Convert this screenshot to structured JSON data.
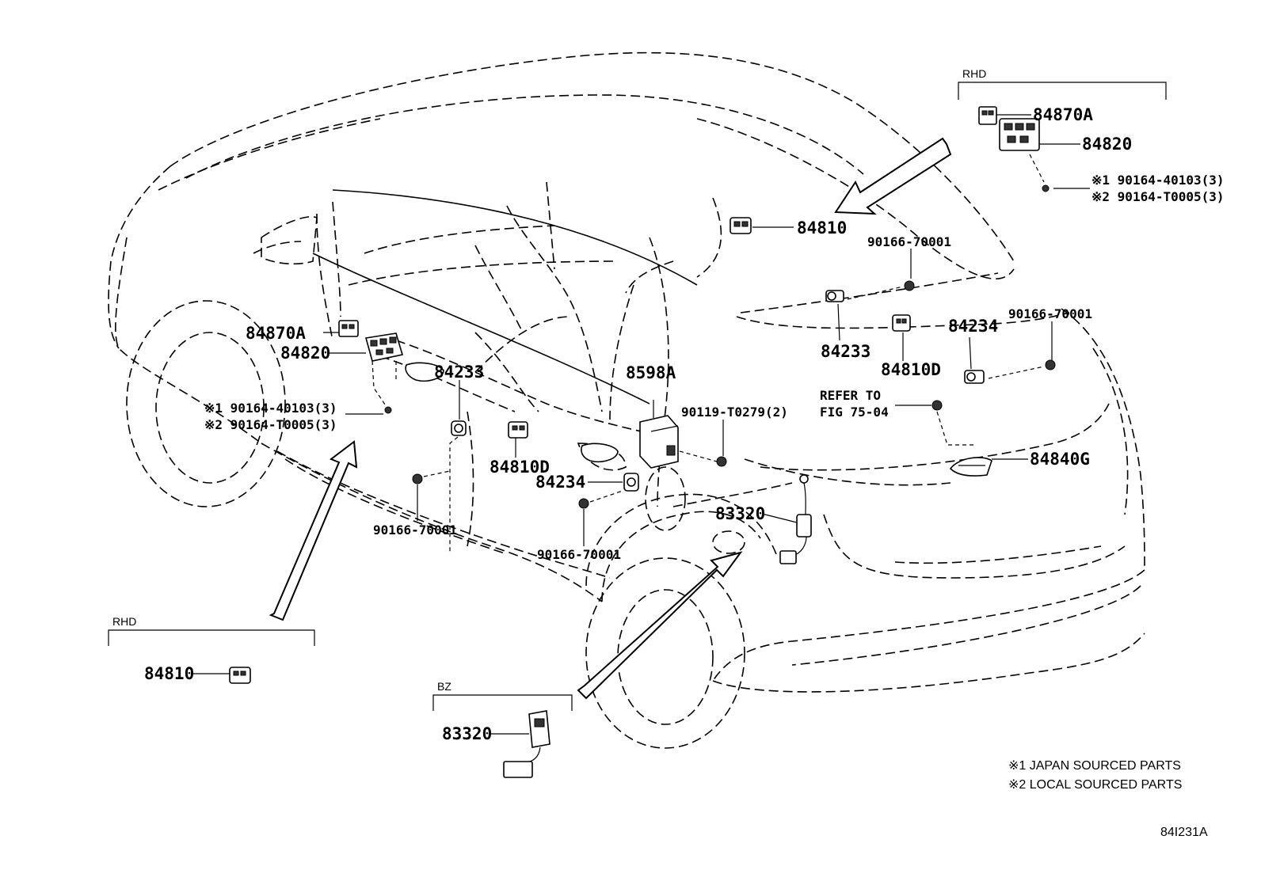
{
  "callouts": {
    "p84870A_top": "84870A",
    "p84820_top": "84820",
    "bolt1_top": "※1 90164-40103(3)",
    "bolt2_top": "※2 90164-T0005(3)",
    "p84810_mid": "84810",
    "p90166_upper": "90166-70001",
    "p84233_right": "84233",
    "p84810D_right": "84810D",
    "p84234_right": "84234",
    "p90166_right": "90166-70001",
    "refer_line1": "REFER TO",
    "refer_line2": "FIG 75-04",
    "p84840G": "84840G",
    "p8598A": "8598A",
    "p90119": "90119-T0279(2)",
    "p84870A_left": "84870A",
    "p84820_left": "84820",
    "bolt1_left": "※1 90164-40103(3)",
    "bolt2_left": "※2 90164-T0005(3)",
    "p84233_left": "84233",
    "p84810D_left": "84810D",
    "p84234_left": "84234",
    "p83320_mid": "83320",
    "p90166_left": "90166-70001",
    "p90166_center": "90166-70001",
    "p84810_bottom": "84810",
    "p83320_bottom": "83320"
  },
  "groups": {
    "rhd_top": "RHD",
    "rhd_bottom": "RHD",
    "bz": "BZ"
  },
  "notes": {
    "note1": "※1 JAPAN SOURCED PARTS",
    "note2": "※2 LOCAL SOURCED PARTS"
  },
  "figure_id": "84I231A"
}
